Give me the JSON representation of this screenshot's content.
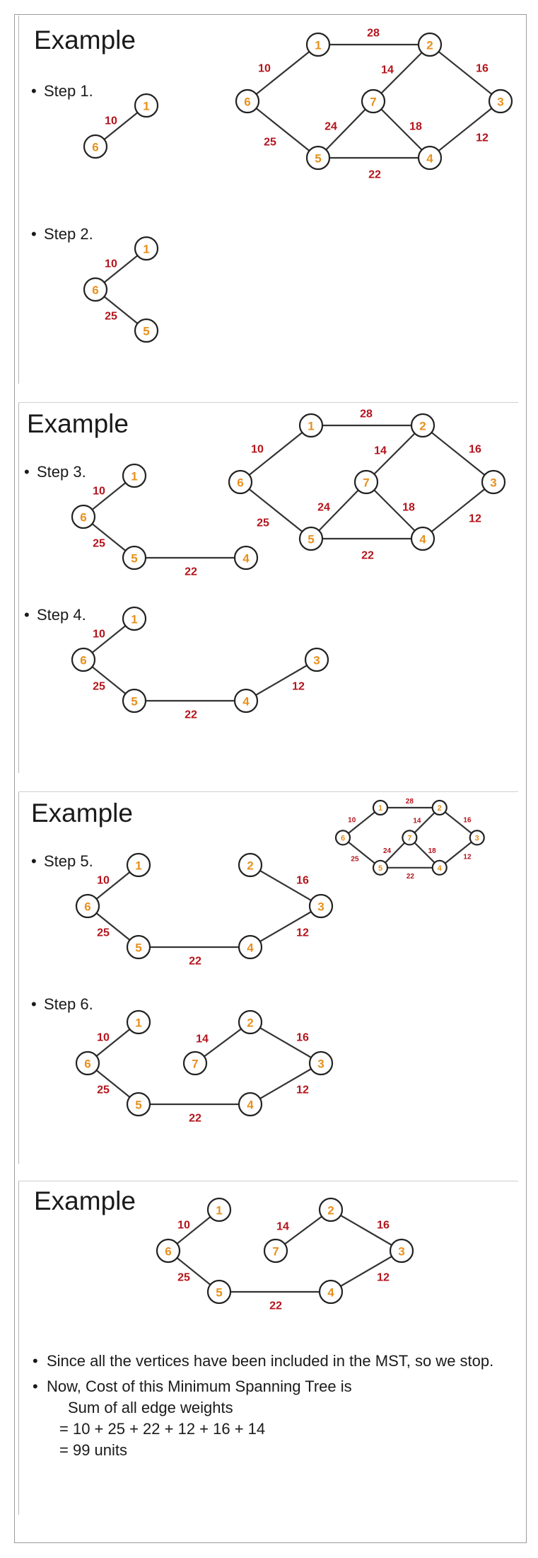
{
  "slides": [
    {
      "title": "Example",
      "main_graph": true,
      "steps": [
        {
          "label": "Step 1.",
          "nodes": [
            "1",
            "6"
          ],
          "edges": [
            [
              "6",
              "1",
              "10"
            ]
          ]
        },
        {
          "label": "Step 2.",
          "nodes": [
            "1",
            "6",
            "5"
          ],
          "edges": [
            [
              "6",
              "1",
              "10"
            ],
            [
              "6",
              "5",
              "25"
            ]
          ]
        }
      ]
    },
    {
      "title": "Example",
      "main_graph": true,
      "steps": [
        {
          "label": "Step 3.",
          "nodes": [
            "1",
            "6",
            "5",
            "4"
          ],
          "edges": [
            [
              "6",
              "1",
              "10"
            ],
            [
              "6",
              "5",
              "25"
            ],
            [
              "5",
              "4",
              "22"
            ]
          ]
        },
        {
          "label": "Step 4.",
          "nodes": [
            "1",
            "6",
            "5",
            "4",
            "3"
          ],
          "edges": [
            [
              "6",
              "1",
              "10"
            ],
            [
              "6",
              "5",
              "25"
            ],
            [
              "5",
              "4",
              "22"
            ],
            [
              "4",
              "3",
              "12"
            ]
          ]
        }
      ]
    },
    {
      "title": "Example",
      "main_graph": true,
      "steps": [
        {
          "label": "Step 5.",
          "nodes": [
            "1",
            "6",
            "5",
            "4",
            "3",
            "2"
          ],
          "edges": [
            [
              "6",
              "1",
              "10"
            ],
            [
              "6",
              "5",
              "25"
            ],
            [
              "5",
              "4",
              "22"
            ],
            [
              "4",
              "3",
              "12"
            ],
            [
              "2",
              "3",
              "16"
            ]
          ]
        },
        {
          "label": "Step 6.",
          "nodes": [
            "1",
            "6",
            "5",
            "4",
            "3",
            "2",
            "7"
          ],
          "edges": [
            [
              "6",
              "1",
              "10"
            ],
            [
              "6",
              "5",
              "25"
            ],
            [
              "5",
              "4",
              "22"
            ],
            [
              "4",
              "3",
              "12"
            ],
            [
              "2",
              "3",
              "16"
            ],
            [
              "2",
              "7",
              "14"
            ]
          ]
        }
      ]
    },
    {
      "title": "Example",
      "main_graph": false,
      "final_tree": {
        "nodes": [
          "1",
          "6",
          "5",
          "4",
          "3",
          "2",
          "7"
        ],
        "edges": [
          [
            "6",
            "1",
            "10"
          ],
          [
            "6",
            "5",
            "25"
          ],
          [
            "5",
            "4",
            "22"
          ],
          [
            "4",
            "3",
            "12"
          ],
          [
            "2",
            "3",
            "16"
          ],
          [
            "2",
            "7",
            "14"
          ]
        ]
      }
    }
  ],
  "main_graph": {
    "nodes": [
      "1",
      "2",
      "3",
      "4",
      "5",
      "6",
      "7"
    ],
    "edges": [
      [
        "1",
        "2",
        "28"
      ],
      [
        "1",
        "6",
        "10"
      ],
      [
        "2",
        "7",
        "14"
      ],
      [
        "2",
        "3",
        "16"
      ],
      [
        "6",
        "5",
        "25"
      ],
      [
        "7",
        "5",
        "24"
      ],
      [
        "7",
        "4",
        "18"
      ],
      [
        "3",
        "4",
        "12"
      ],
      [
        "5",
        "4",
        "22"
      ]
    ]
  },
  "conclusion": {
    "bullet1": "Since all the vertices have been included in the MST, so we stop.",
    "bullet2": "Now, Cost of this Minimum Spanning Tree is",
    "line1": "Sum of all edge weights",
    "line2": "= 10 + 25 + 22 + 12 + 16 + 14",
    "line3": "= 99 units"
  },
  "colors": {
    "node_label": "#e8901c",
    "weight_label": "#b4141c",
    "edge": "#333333"
  }
}
